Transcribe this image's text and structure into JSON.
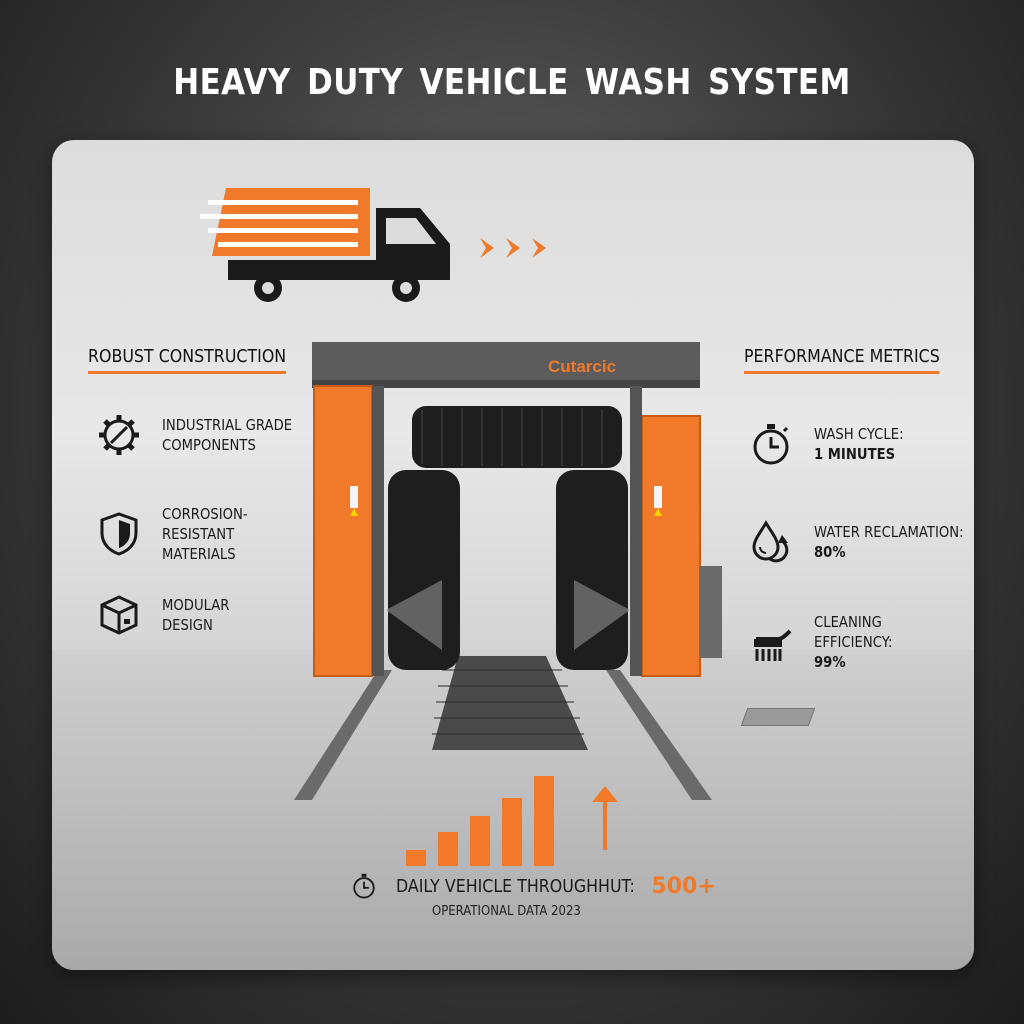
{
  "title": "HEAVY DUTY   VEHICLE WASH SYSTEM",
  "brand_label": "Cutarcic",
  "left_section": {
    "heading": "ROBUST CONSTRUCTION",
    "items": [
      {
        "icon": "gear-wrench-icon",
        "text": "INDUSTRIAL GRADE\nCOMPONENTS"
      },
      {
        "icon": "shield-icon",
        "text": "CORROSION-RESISTANT\nMATERIALS"
      },
      {
        "icon": "box-icon",
        "text": "MODULAR\nDESIGN"
      }
    ]
  },
  "right_section": {
    "heading": "PERFORMANCE METRICS",
    "items": [
      {
        "icon": "stopwatch-icon",
        "label": "WASH CYCLE:",
        "value": "1 MINUTES"
      },
      {
        "icon": "water-drop-icon",
        "label": "WATER RECLAMATION:",
        "value": "80%"
      },
      {
        "icon": "brush-icon",
        "label": "CLEANING EFFICIENCY:",
        "value": "99%"
      }
    ]
  },
  "throughput": {
    "label": "DAILY VEHICLE THROUGHHUT:",
    "value": "500+",
    "caption": "OPERATIONAL DATA 2023"
  },
  "colors": {
    "accent": "#f07a2a",
    "frame": "#5a5a5a",
    "text": "#1a1a1a"
  }
}
